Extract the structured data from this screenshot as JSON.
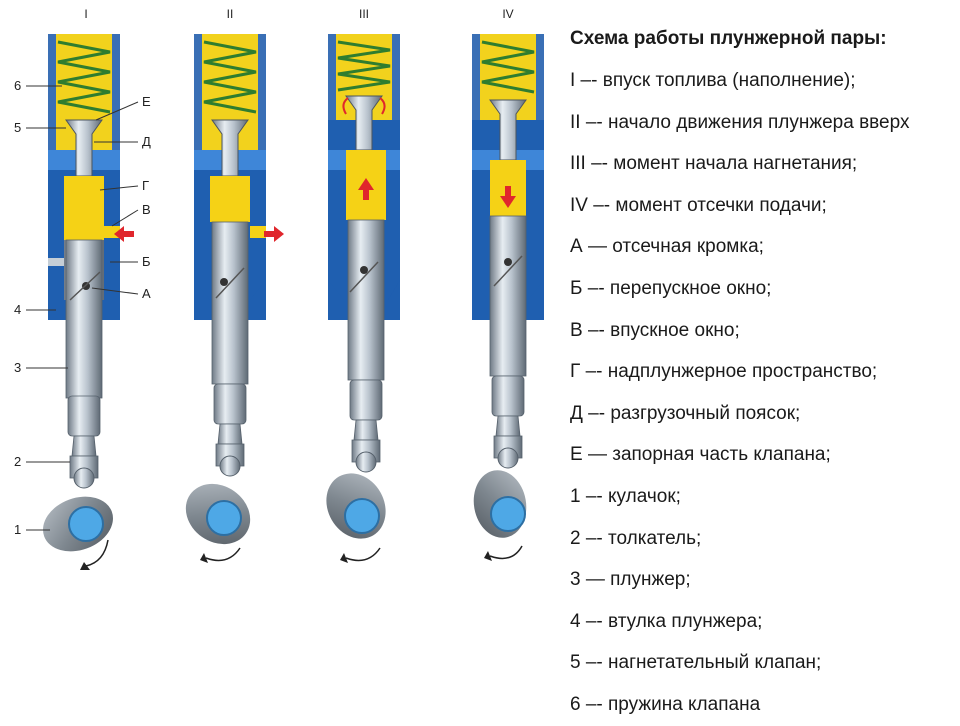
{
  "stage_labels": [
    "I",
    "II",
    "III",
    "IV"
  ],
  "callouts": {
    "part_numbers": [
      "6",
      "5",
      "4",
      "3",
      "2",
      "1"
    ],
    "letters": [
      "Е",
      "Д",
      "Г",
      "В",
      "Б",
      "А"
    ]
  },
  "legend": {
    "title": "Схема работы плунжерной пары:",
    "items": [
      "I –- впуск топлива (наполнение);",
      "II –- начало движения плунжера вверх",
      "III –- момент начала нагнетания;",
      "IV –- момент отсечки подачи;",
      "А — отсечная кромка;",
      "Б –- перепускное окно;",
      "В –- впускное окно;",
      "Г –- надплунжерное пространство;",
      "Д –- разгрузочный поясок;",
      "Е — запорная часть клапана;",
      "1 –- кулачок;",
      "2 –- толкатель;",
      "3 — плунжер;",
      "4 –- втулка плунжера;",
      "5 –- нагнетательный клапан;",
      "6 –- пружина клапана"
    ]
  },
  "colors": {
    "spring_chamber": "#f2d21d",
    "spring": "#2f7d2f",
    "body_blue": "#1f5fb0",
    "body_light": "#3e86d8",
    "fuel_yellow": "#f5d216",
    "plunger_steel": "#a8b4c0",
    "arrow_red": "#e0262c",
    "cam_blue": "#4ea8e6",
    "cam_grey": "#7c848c"
  }
}
